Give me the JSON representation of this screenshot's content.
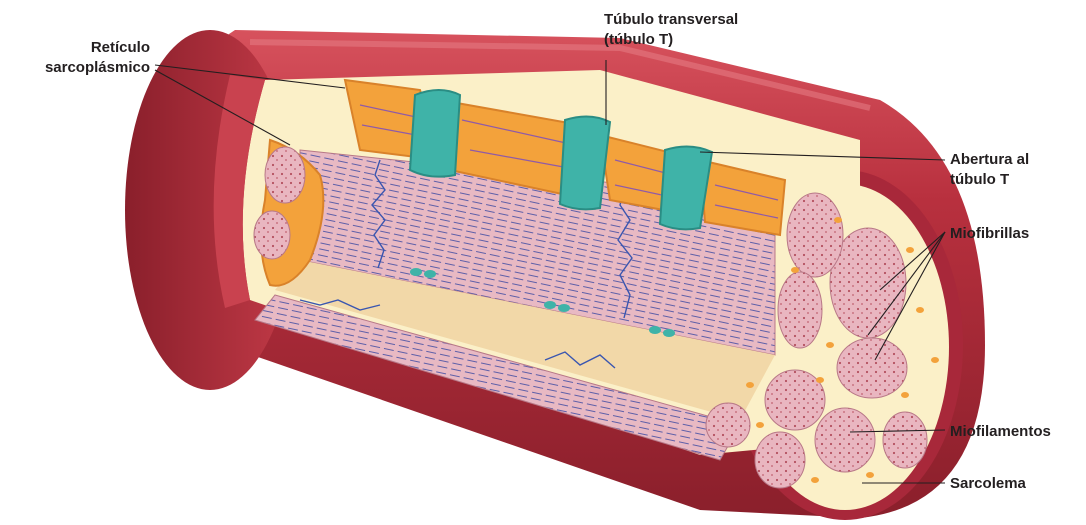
{
  "labels": {
    "sarcoplasmic_reticulum": [
      "Retículo",
      "sarcoplásmico"
    ],
    "t_tubule": [
      "Túbulo transversal",
      "(túbulo T)"
    ],
    "t_tubule_opening": [
      "Abertura al",
      "túbulo T"
    ],
    "myofibrils": "Miofibrillas",
    "myofilaments": "Miofilamentos",
    "sarcolemma": "Sarcolema"
  },
  "colors": {
    "sarcolemma_red": "#b8303e",
    "sarcolemma_dark": "#8a1f2b",
    "cytoplasm": "#fbf0c8",
    "myofibril_pink": "#e6b1bb",
    "reticulum_orange": "#f3a23b",
    "t_tubule_teal": "#3fb3a8",
    "z_line_blue": "#3a56b0"
  }
}
